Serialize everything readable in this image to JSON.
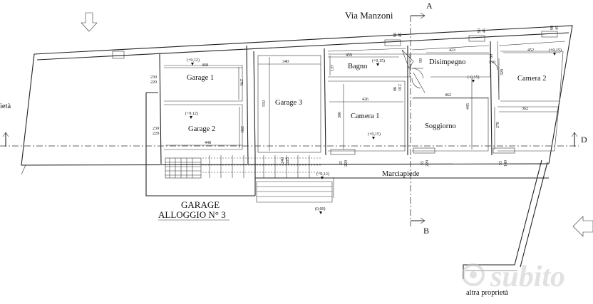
{
  "street": "Via Manzoni",
  "sections": {
    "a": "A",
    "b": "B",
    "d": "D"
  },
  "rooms": {
    "garage1": "Garage 1",
    "garage2": "Garage 2",
    "garage3": "Garage 3",
    "bagno": "Bagno",
    "disimpegno": "Disimpegno",
    "camera1": "Camera 1",
    "soggiorno": "Soggiorno",
    "camera2": "Camera 2",
    "marciapiede": "Marciapiede"
  },
  "title": {
    "line1": "GARAGE",
    "line2": "ALLOGGIO N° 3"
  },
  "property": {
    "left": "ietà",
    "right": "altra proprietà"
  },
  "levels": {
    "garage1": "(+0,12)",
    "garage2": "(+0,12)",
    "bagno": "(+0,15)",
    "disimpegno": "(-0,15)",
    "camera1": "(+0,15)",
    "camera2": "(+0,15)",
    "marciapiede": "(+0,12)",
    "ground": "(0,00)"
  },
  "dimensions": {
    "g1_width": "468",
    "g1_height": "278",
    "g1_side_a": "230",
    "g1_side_b": "220",
    "g2_width": "448",
    "g2_height": "290",
    "g2_side_a": "230",
    "g2_side_b": "220",
    "g3_width": "340",
    "g3_height": "550",
    "g3_door_a": "240",
    "g3_door_b": "225",
    "bagno_width": "459",
    "bagno_height": "137",
    "dis_width": "423",
    "dis_v": "99",
    "dis_side": "210",
    "dis_small": "80",
    "c2_width": "452",
    "c2_height": "329",
    "c1_width": "426",
    "c1_height": "380",
    "sog_width": "462",
    "sog_height": "445",
    "sog_right": "362",
    "sog_side": "270",
    "door_a": "80",
    "door_b": "210",
    "win1_a": "90",
    "win1_b": "45",
    "win2_a": "90",
    "win2_b": "45",
    "win3_a": "90",
    "win3_b": "45",
    "bw1_a": "55",
    "bw1_b": "220",
    "bw2_a": "55",
    "bw2_b": "220",
    "bw3_a": "55",
    "bw3_b": "140"
  },
  "watermark": "subito",
  "colors": {
    "ink": "#111111",
    "watermark": "#c9c9c9",
    "background": "#ffffff"
  },
  "icons": {
    "north_arrow": "arrow-down-icon",
    "entry_arrow": "arrow-left-icon"
  }
}
